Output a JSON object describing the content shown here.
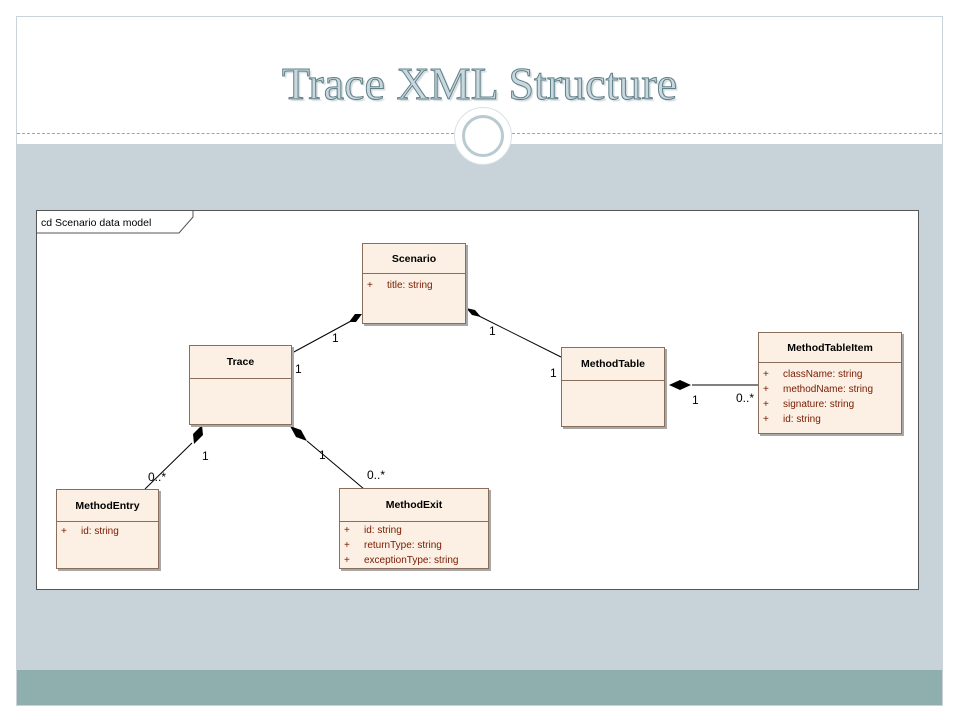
{
  "slide": {
    "title": "Trace XML Structure"
  },
  "diagram": {
    "frame_label": "cd Scenario data model",
    "classes": {
      "scenario": {
        "name": "Scenario",
        "attributes": [
          {
            "visibility": "+",
            "text": "title:  string"
          }
        ]
      },
      "trace": {
        "name": "Trace",
        "attributes": []
      },
      "method_table": {
        "name": "MethodTable",
        "attributes": []
      },
      "method_table_item": {
        "name": "MethodTableItem",
        "attributes": [
          {
            "visibility": "+",
            "text": "className:  string"
          },
          {
            "visibility": "+",
            "text": "methodName:  string"
          },
          {
            "visibility": "+",
            "text": "signature:  string"
          },
          {
            "visibility": "+",
            "text": "id:  string"
          }
        ]
      },
      "method_entry": {
        "name": "MethodEntry",
        "attributes": [
          {
            "visibility": "+",
            "text": "id:  string"
          }
        ]
      },
      "method_exit": {
        "name": "MethodExit",
        "attributes": [
          {
            "visibility": "+",
            "text": "id:  string"
          },
          {
            "visibility": "+",
            "text": "returnType:  string"
          },
          {
            "visibility": "+",
            "text": "exceptionType:  string"
          }
        ]
      }
    },
    "multiplicities": {
      "scenario_trace_at_scenario": "1",
      "scenario_trace_at_trace": "1",
      "scenario_methodtable_at_scenario": "1",
      "scenario_methodtable_at_methodtable": "1",
      "methodtable_item_at_methodtable": "1",
      "methodtable_item_at_item": "0..*",
      "trace_entry_at_trace": "1",
      "trace_entry_at_entry": "0..*",
      "trace_exit_at_trace": "1",
      "trace_exit_at_exit": "0..*"
    }
  },
  "colors": {
    "content_background": "#c7d2d9",
    "footer_band": "#8eafae",
    "class_fill": "#fbf0e3",
    "attribute_text": "#7a1a00"
  }
}
